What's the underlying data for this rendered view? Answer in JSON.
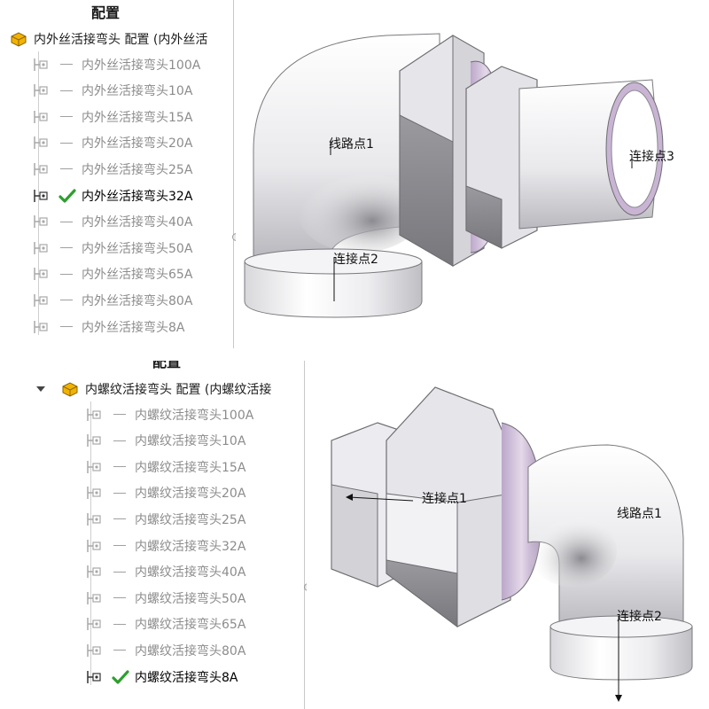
{
  "top": {
    "header": "配置",
    "root_label": "内外丝活接弯头 配置 (内外丝活",
    "items": [
      {
        "label": "内外丝活接弯头100A",
        "active": false
      },
      {
        "label": "内外丝活接弯头10A",
        "active": false
      },
      {
        "label": "内外丝活接弯头15A",
        "active": false
      },
      {
        "label": "内外丝活接弯头20A",
        "active": false
      },
      {
        "label": "内外丝活接弯头25A",
        "active": false
      },
      {
        "label": "内外丝活接弯头32A",
        "active": true
      },
      {
        "label": "内外丝活接弯头40A",
        "active": false
      },
      {
        "label": "内外丝活接弯头50A",
        "active": false
      },
      {
        "label": "内外丝活接弯头65A",
        "active": false
      },
      {
        "label": "内外丝活接弯头80A",
        "active": false
      },
      {
        "label": "内外丝活接弯头8A",
        "active": false
      }
    ],
    "labels": {
      "route": "线路点1",
      "c3": "连接点3",
      "c2": "连接点2"
    }
  },
  "bottom": {
    "header": "配置",
    "root_label": "内螺纹活接弯头 配置 (内螺纹活接",
    "items": [
      {
        "label": "内螺纹活接弯头100A",
        "active": false
      },
      {
        "label": "内螺纹活接弯头10A",
        "active": false
      },
      {
        "label": "内螺纹活接弯头15A",
        "active": false
      },
      {
        "label": "内螺纹活接弯头20A",
        "active": false
      },
      {
        "label": "内螺纹活接弯头25A",
        "active": false
      },
      {
        "label": "内螺纹活接弯头32A",
        "active": false
      },
      {
        "label": "内螺纹活接弯头40A",
        "active": false
      },
      {
        "label": "内螺纹活接弯头50A",
        "active": false
      },
      {
        "label": "内螺纹活接弯头65A",
        "active": false
      },
      {
        "label": "内螺纹活接弯头80A",
        "active": false
      },
      {
        "label": "内螺纹活接弯头8A",
        "active": true
      }
    ],
    "labels": {
      "c1": "连接点1",
      "route": "线路点1",
      "c2": "连接点2"
    }
  },
  "colors": {
    "check": "#2e9e2e",
    "icon": "#f2b300",
    "ring": "#c9b4d4"
  }
}
